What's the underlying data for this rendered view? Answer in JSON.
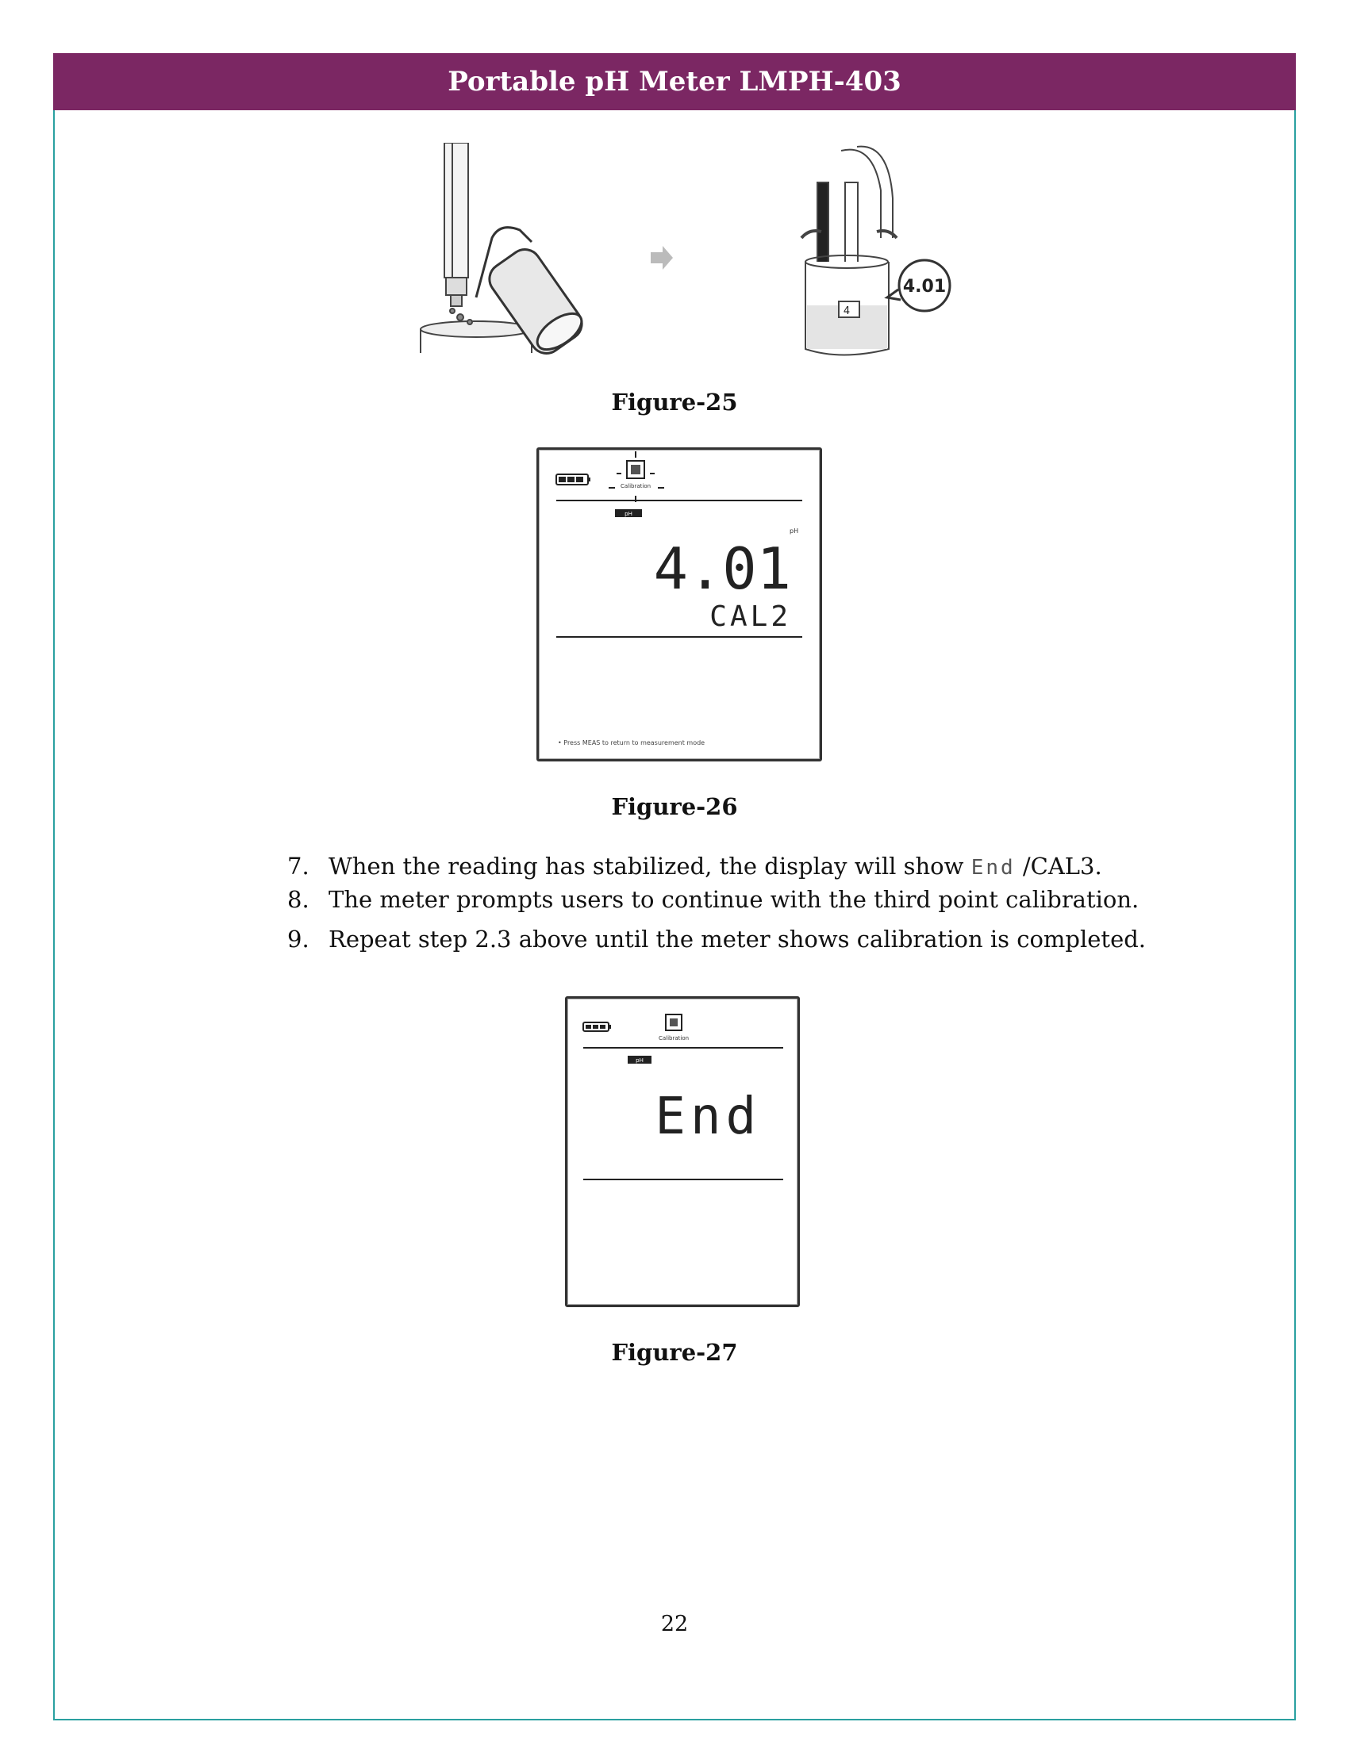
{
  "header": {
    "title": "Portable pH Meter LMPH-403"
  },
  "figures": {
    "fig25": {
      "caption": "Figure-25",
      "callout": "4.01",
      "beaker_label": "4"
    },
    "fig26": {
      "caption": "Figure-26",
      "mode_label": "Calibration",
      "tag": "pH",
      "unit": "pH",
      "main_reading": "4.01",
      "sub_reading": "CAL2",
      "footer_note": "• Press MEAS to return to measurement mode"
    },
    "fig27": {
      "caption": "Figure-27",
      "mode_label": "Calibration",
      "tag": "pH",
      "main_reading": "End"
    }
  },
  "steps": [
    {
      "num": "7.",
      "text_before": "When the reading has stabilized, the display will show ",
      "display_glyph": "End",
      "text_after": " /CAL3."
    },
    {
      "num": "8.",
      "text": "The meter prompts users to continue with the third point calibration."
    },
    {
      "num": "9.",
      "text": "Repeat step 2.3 above until the meter shows calibration is completed."
    }
  ],
  "footer": {
    "page_number": "22"
  }
}
